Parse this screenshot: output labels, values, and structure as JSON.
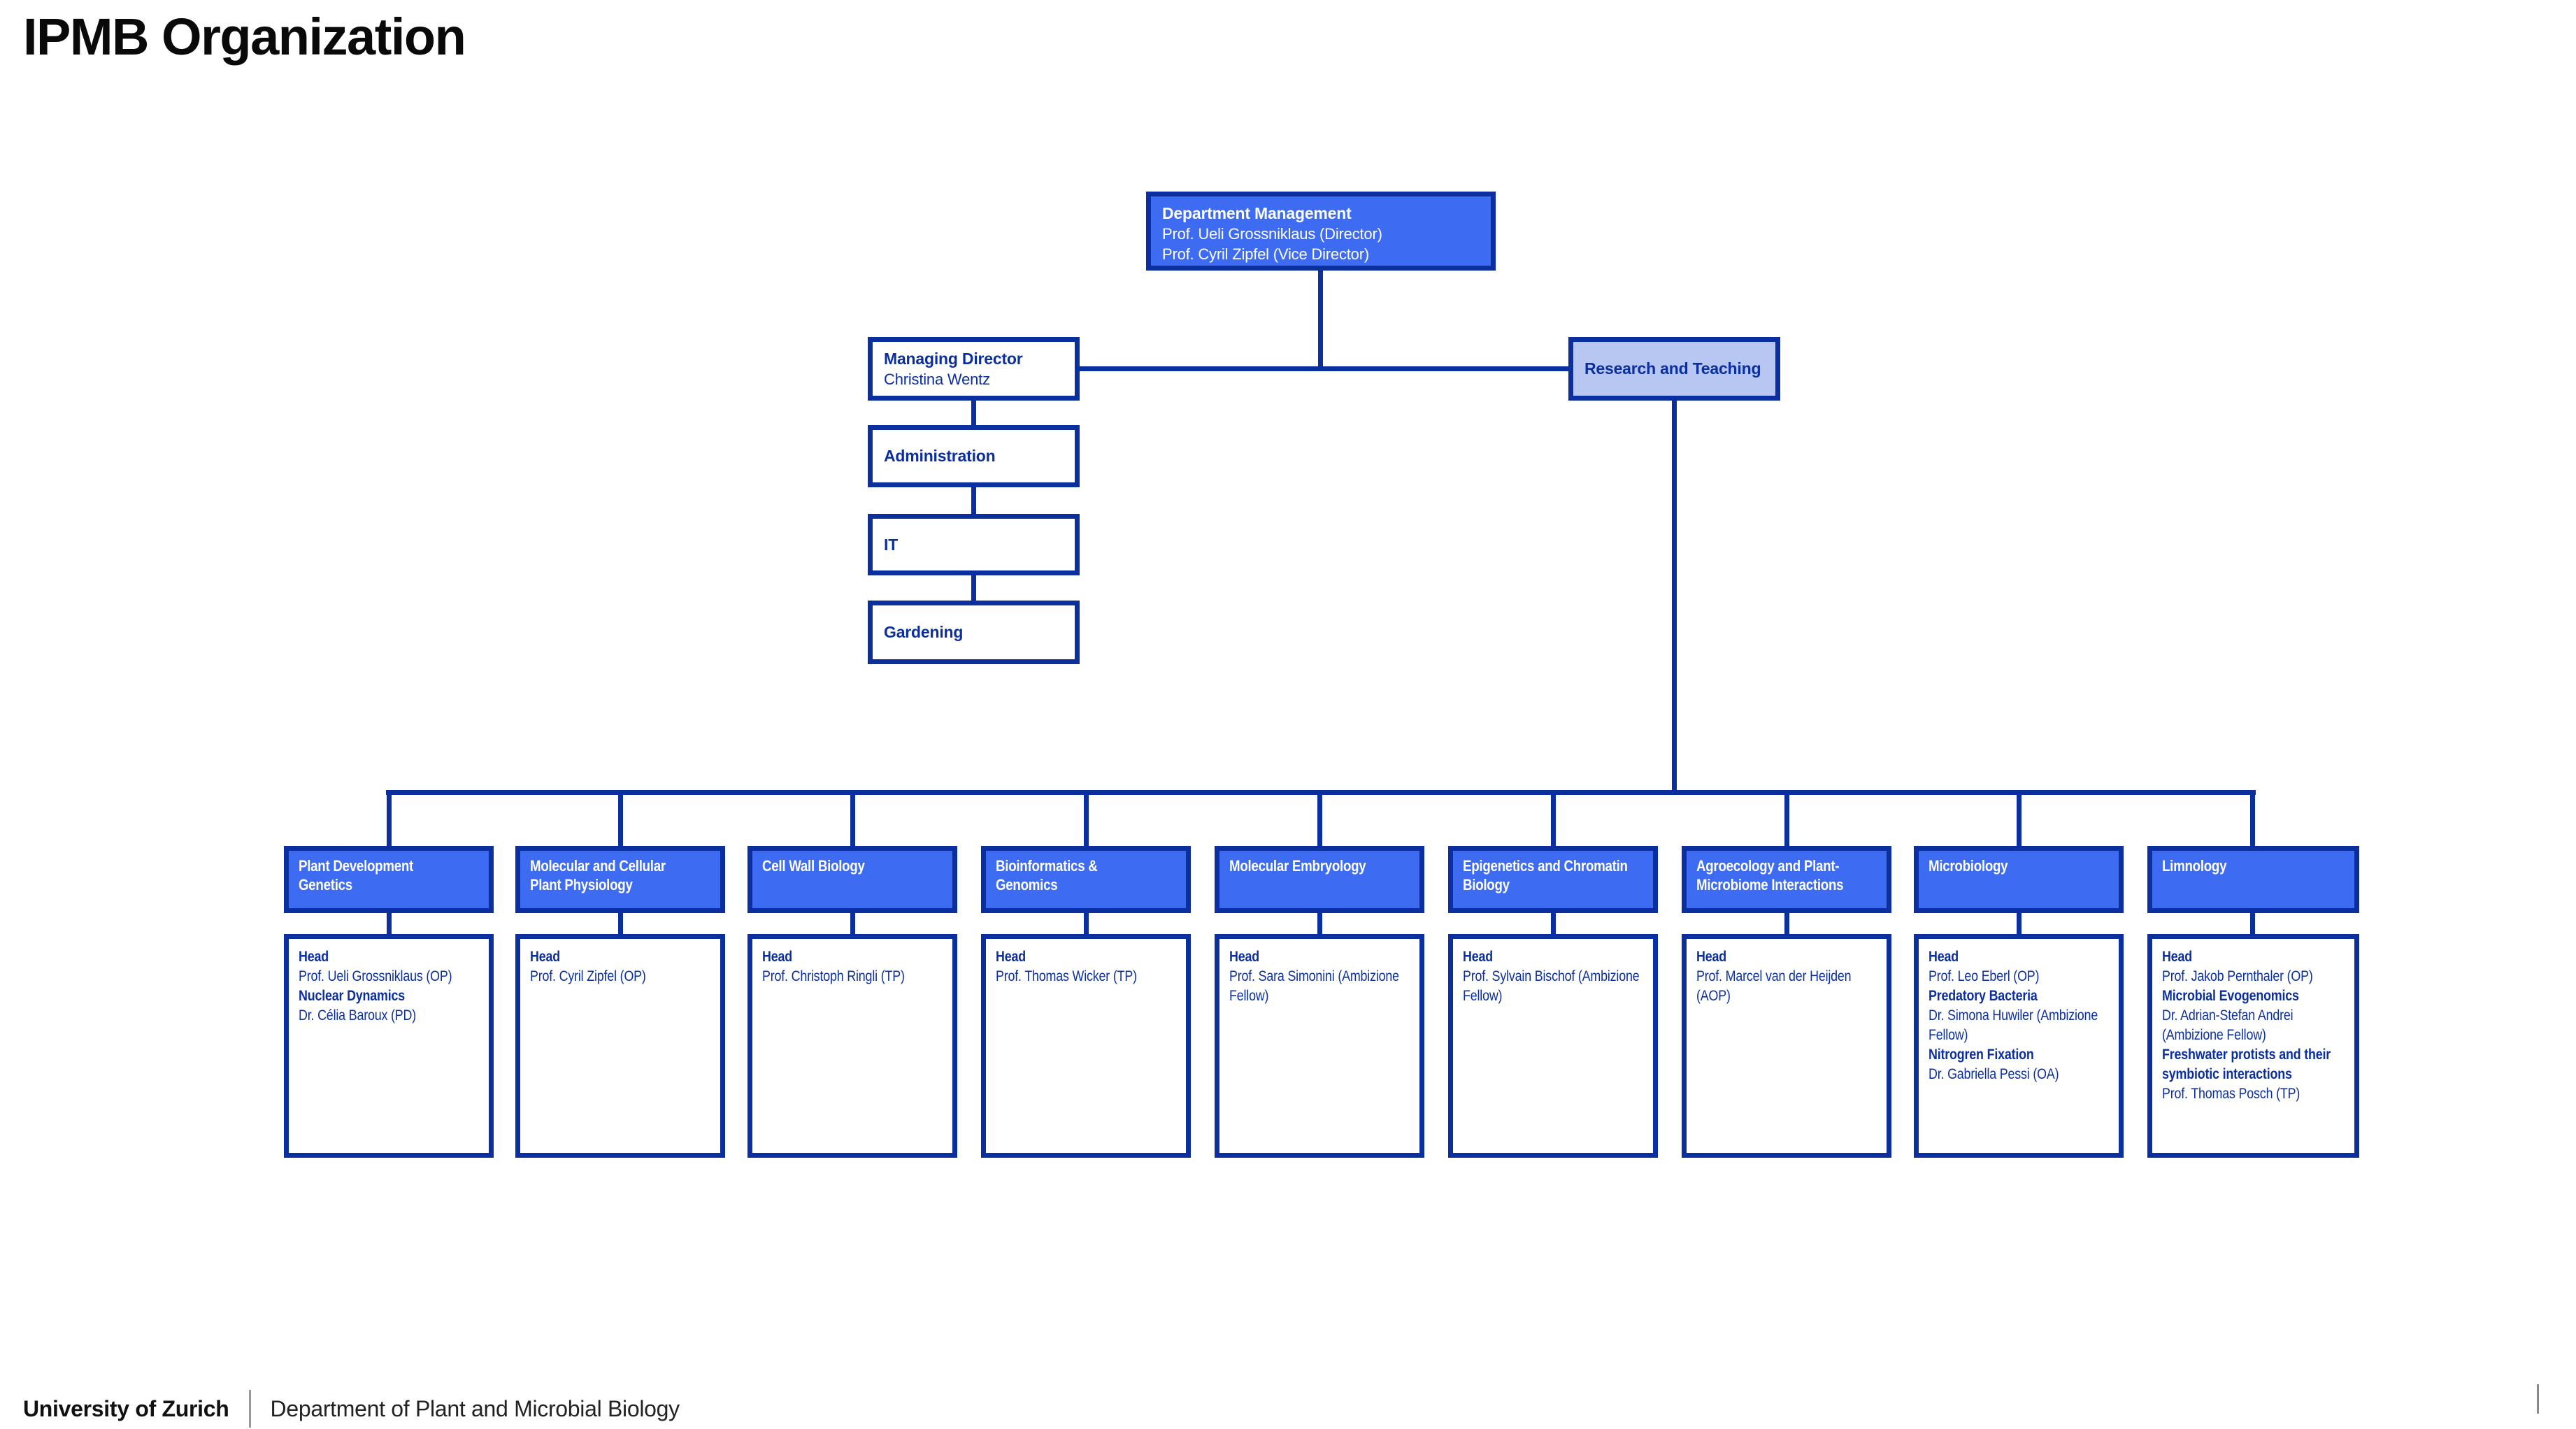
{
  "page": {
    "title": "IPMB Organization"
  },
  "colors": {
    "box_blue": "#3d6bf2",
    "dark_blue": "#0c2fa0",
    "light_blue": "#b7c7f1",
    "separator_gray": "#8a8a8a"
  },
  "org_chart": {
    "department_management": {
      "title": "Department Management",
      "members": [
        "Prof. Ueli Grossniklaus (Director)",
        "Prof. Cyril Zipfel (Vice Director)"
      ]
    },
    "managing_director": {
      "title": "Managing Director",
      "members": [
        "Christina Wentz"
      ]
    },
    "research_and_teaching": {
      "title": "Research and Teaching"
    },
    "support_units": [
      {
        "title": "Administration"
      },
      {
        "title": "IT"
      },
      {
        "title": "Gardening"
      }
    ],
    "research_groups": [
      {
        "title": "Plant Development\nGenetics",
        "body": [
          {
            "text": "Head",
            "bold": true
          },
          {
            "text": "Prof. Ueli Grossniklaus (OP)",
            "bold": false
          },
          {
            "text": "Nuclear Dynamics",
            "bold": true
          },
          {
            "text": "Dr. Célia Baroux (PD)",
            "bold": false
          }
        ]
      },
      {
        "title": "Molecular and Cellular\nPlant Physiology",
        "body": [
          {
            "text": "Head",
            "bold": true
          },
          {
            "text": "Prof. Cyril Zipfel (OP)",
            "bold": false
          }
        ]
      },
      {
        "title": "Cell Wall Biology",
        "body": [
          {
            "text": "Head",
            "bold": true
          },
          {
            "text": "Prof. Christoph Ringli (TP)",
            "bold": false
          }
        ]
      },
      {
        "title": "Bioinformatics &\nGenomics",
        "body": [
          {
            "text": "Head",
            "bold": true
          },
          {
            "text": "Prof. Thomas Wicker (TP)",
            "bold": false
          }
        ]
      },
      {
        "title": "Molecular Embryology",
        "body": [
          {
            "text": "Head",
            "bold": true
          },
          {
            "text": "Prof. Sara Simonini (Ambizione Fellow)",
            "bold": false
          }
        ]
      },
      {
        "title": "Epigenetics and Chromatin\nBiology",
        "body": [
          {
            "text": "Head",
            "bold": true
          },
          {
            "text": "Prof. Sylvain Bischof (Ambizione Fellow)",
            "bold": false
          }
        ]
      },
      {
        "title": "Agroecology and Plant-\nMicrobiome Interactions",
        "body": [
          {
            "text": "Head",
            "bold": true
          },
          {
            "text": "Prof. Marcel van der Heijden (AOP)",
            "bold": false
          }
        ]
      },
      {
        "title": "Microbiology",
        "body": [
          {
            "text": "Head",
            "bold": true
          },
          {
            "text": "Prof. Leo Eberl (OP)",
            "bold": false
          },
          {
            "text": "Predatory Bacteria",
            "bold": true
          },
          {
            "text": "Dr. Simona Huwiler (Ambizione Fellow)",
            "bold": false
          },
          {
            "text": "Nitrogren Fixation",
            "bold": true
          },
          {
            "text": "Dr. Gabriella Pessi (OA)",
            "bold": false
          }
        ]
      },
      {
        "title": "Limnology",
        "body": [
          {
            "text": "Head",
            "bold": true
          },
          {
            "text": "Prof. Jakob Pernthaler (OP)",
            "bold": false
          },
          {
            "text": "Microbial Evogenomics",
            "bold": true
          },
          {
            "text": "Dr. Adrian-Stefan Andrei (Ambizione Fellow)",
            "bold": false
          },
          {
            "text": "Freshwater protists and their symbiotic interactions",
            "bold": true
          },
          {
            "text": "Prof. Thomas Posch (TP)",
            "bold": false
          }
        ]
      }
    ]
  },
  "footer": {
    "organization": "University of Zurich",
    "department": "Department of Plant and Microbial Biology"
  }
}
